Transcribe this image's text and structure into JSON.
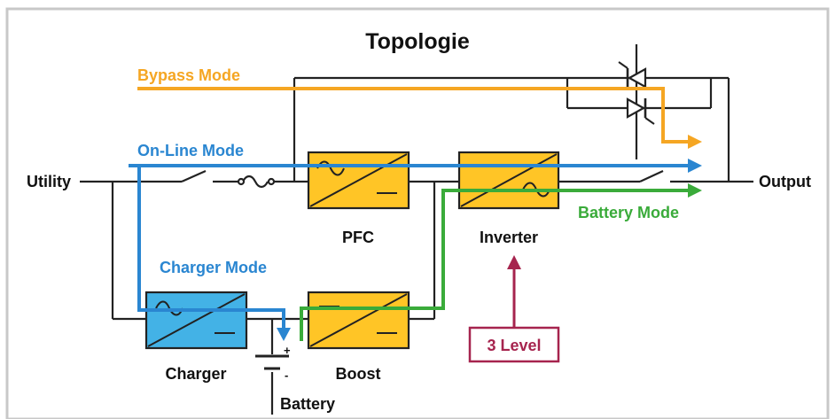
{
  "title": "Topologie",
  "terminals": {
    "input": "Utility",
    "output": "Output"
  },
  "modes": {
    "bypass": "Bypass Mode",
    "online": "On-Line Mode",
    "charger": "Charger Mode",
    "battery": "Battery Mode"
  },
  "blocks": {
    "pfc": "PFC",
    "inverter": "Inverter",
    "charger": "Charger",
    "boost": "Boost"
  },
  "battery": {
    "label": "Battery",
    "plus": "+",
    "minus": "-"
  },
  "callout": "3 Level",
  "colors": {
    "bypass": "#f5a623",
    "online": "#2a86d1",
    "charger": "#2a86d1",
    "battery": "#3aab3a",
    "block_yellow": "#ffc526",
    "block_blue": "#43b2e6",
    "callout": "#a6244e",
    "wire": "#222222",
    "frame": "#c8c8c8"
  }
}
